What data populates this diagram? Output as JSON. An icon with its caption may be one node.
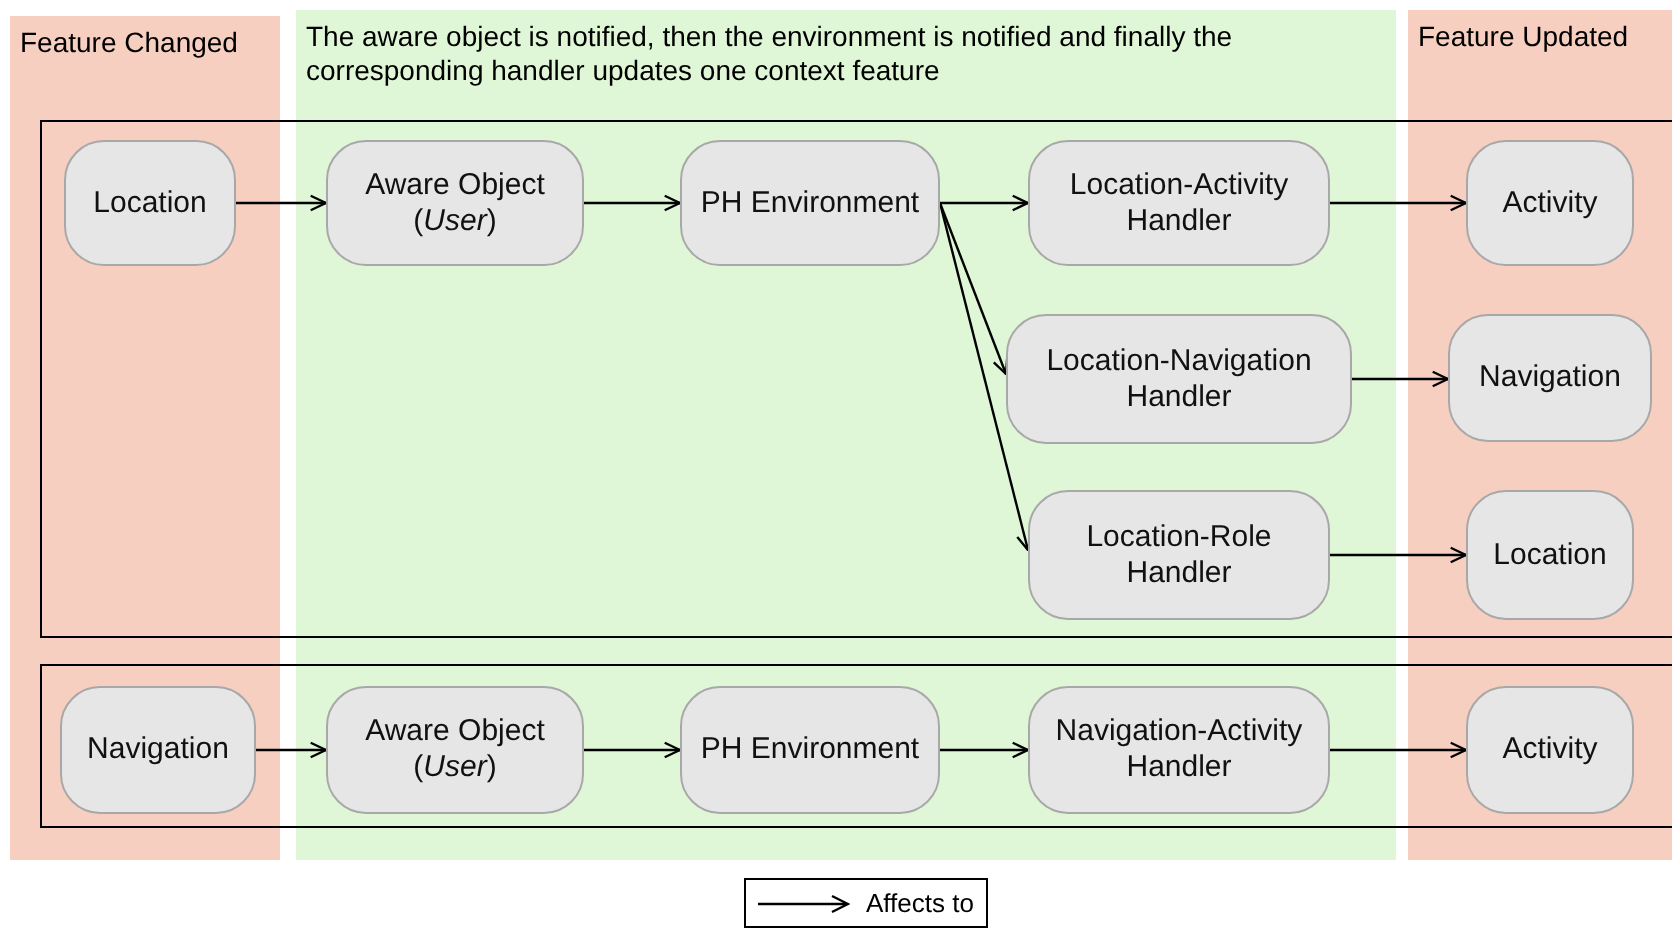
{
  "diagram": {
    "nodes": [
      {
        "text": [
          "Feature Changed"
        ]
      },
      {
        "text": [
          "The aware object is notified, then the environment is notified and finally the corresponding handler updates one context feature"
        ]
      },
      {
        "text": [
          "Feature Updated"
        ]
      },
      {
        "text": [
          "Location"
        ],
        "in": 0
      },
      {
        "text": [
          "Aware Object (*User*)"
        ],
        "in": 1
      },
      {
        "text": [
          "PH Environment"
        ],
        "in": 1
      },
      {
        "text": [
          "Location-Activity Handler"
        ],
        "in": 1
      },
      {
        "text": [
          "Location-Navigation Handler"
        ],
        "in": 1
      },
      {
        "text": [
          "Location-Role Handler"
        ],
        "in": 1
      },
      {
        "text": [
          "Activity"
        ],
        "in": 2
      },
      {
        "text": [
          "Navigation"
        ],
        "in": 2
      },
      {
        "text": [
          "Location"
        ],
        "in": 2
      },
      {
        "text": [
          "Navigation"
        ],
        "in": 0
      },
      {
        "text": [
          "Aware Object (*User*)"
        ],
        "in": 1
      },
      {
        "text": [
          "PH Environment"
        ],
        "in": 1
      },
      {
        "text": [
          "Navigation-Activity Handler"
        ],
        "in": 1
      },
      {
        "text": [
          "Activity"
        ],
        "in": 2
      }
    ],
    "edges": [
      {
        "from": 3,
        "to": 4,
        "arrow": "to"
      },
      {
        "from": 4,
        "to": 5,
        "arrow": "to"
      },
      {
        "from": 5,
        "to": 6,
        "arrow": "to"
      },
      {
        "from": 5,
        "to": 7,
        "arrow": "to"
      },
      {
        "from": 5,
        "to": 8,
        "arrow": "to"
      },
      {
        "from": 6,
        "to": 9,
        "arrow": "to"
      },
      {
        "from": 7,
        "to": 10,
        "arrow": "to"
      },
      {
        "from": 8,
        "to": 11,
        "arrow": "to"
      },
      {
        "from": 12,
        "to": 13,
        "arrow": "to"
      },
      {
        "from": 13,
        "to": 14,
        "arrow": "to"
      },
      {
        "from": 14,
        "to": 15,
        "arrow": "to"
      },
      {
        "from": 15,
        "to": 16,
        "arrow": "to"
      }
    ],
    "legend": [
      {
        "text": "Affects to"
      }
    ]
  }
}
